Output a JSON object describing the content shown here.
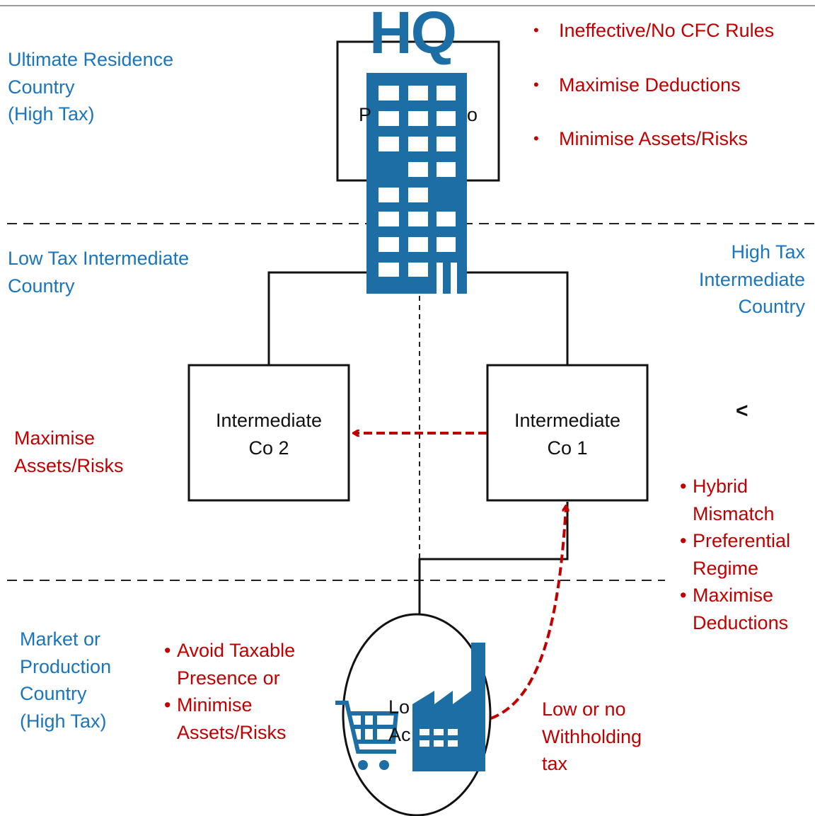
{
  "colors": {
    "blue_text": "#1b75bc",
    "red_text": "#c00000",
    "icon_blue": "#1c6ea4",
    "line": "#111111"
  },
  "labels": {
    "hq": "HQ",
    "parent_co_visible": [
      "P",
      "o"
    ],
    "ultimate_residence": [
      "Ultimate Residence",
      "Country",
      "(High Tax)"
    ],
    "low_tax_intermediate": [
      "Low Tax Intermediate",
      "Country"
    ],
    "high_tax_intermediate": [
      "High Tax",
      "Intermediate",
      "Country"
    ],
    "market_production": [
      "Market or",
      "Production",
      "Country",
      "(High Tax)"
    ],
    "intermediate_co2": [
      "Intermediate",
      "Co 2"
    ],
    "intermediate_co1": [
      "Intermediate",
      "Co 1"
    ],
    "local_activity_visible": [
      "Lo",
      "c",
      "Ac"
    ],
    "maximise_assets_risks_left": [
      "Maximise",
      "Assets/Risks"
    ],
    "withholding": [
      "Low or no",
      "Withholding",
      "tax"
    ],
    "stray_symbol": "<"
  },
  "top_bullets": [
    "Ineffective/No CFC Rules",
    "Maximise Deductions",
    "Minimise Assets/Risks"
  ],
  "right_bullets": [
    [
      "Hybrid",
      "Mismatch"
    ],
    [
      "Preferential",
      "Regime"
    ],
    [
      "Maximise",
      "Deductions"
    ]
  ],
  "bottom_bullets": [
    [
      "Avoid Taxable",
      "Presence or"
    ],
    [
      "Minimise",
      "Assets/Risks"
    ]
  ],
  "icons": [
    "building-icon",
    "factory-icon",
    "shopping-cart-icon",
    "arrow-icon"
  ]
}
